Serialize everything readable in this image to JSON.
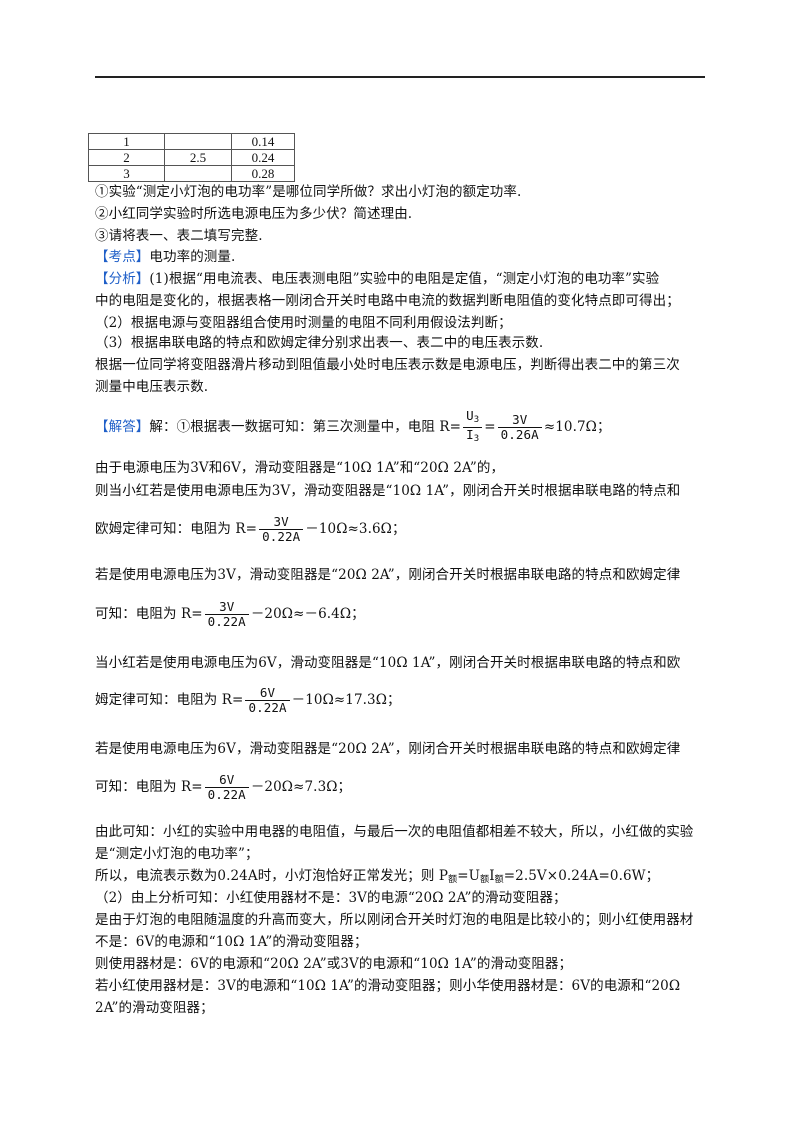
{
  "table": {
    "rows": [
      {
        "n": "1",
        "u": "",
        "i": "0.14"
      },
      {
        "n": "2",
        "u": "2.5",
        "i": "0.24"
      },
      {
        "n": "3",
        "u": "",
        "i": "0.28"
      }
    ]
  },
  "questions": {
    "q1": "①实验“测定小灯泡的电功率”是哪位同学所做？求出小灯泡的额定功率.",
    "q2": "②小红同学实验时所选电源电压为多少伏？简述理由.",
    "q3": "③请将表一、表二填写完整."
  },
  "kaodian": {
    "label": "【考点】",
    "text": "电功率的测量."
  },
  "fenxi": {
    "label": "【分析】",
    "l1": "(1)根据“用电流表、电压表测电阻”实验中的电阻是定值，“测定小灯泡的电功率”实验",
    "l2": "中的电阻是变化的，根据表格一刚闭合开关时电路中电流的数据判断电阻值的变化特点即可得出；",
    "l3": "（2）根据电源与变阻器组合使用时测量的电阻不同利用假设法判断；",
    "l4": "（3）根据串联电路的特点和欧姆定律分别求出表一、表二中的电压表示数.",
    "l5": "根据一位同学将变阻器滑片移动到阻值最小处时电压表示数是电源电压，判断得出表二中的第三次",
    "l6": "测量中电压表示数."
  },
  "jieda": {
    "label": "【解答】",
    "l1_pre": "解：①根据表一数据可知：第三次测量中，电阻 R=",
    "f1_num": "U",
    "f1_num_sub": "3",
    "f1_den": "I",
    "f1_den_sub": "3",
    "f1_eq": "=",
    "f1b_num": "3V",
    "f1b_den": "0.26A",
    "l1_post": "≈10.7Ω；",
    "l2": "由于电源电压为3V和6V，滑动变阻器是“10Ω  1A”和“20Ω  2A”的，",
    "l3": "则当小红若是使用电源电压为3V，滑动变阻器是“10Ω  1A”，刚闭合开关时根据串联电路的特点和",
    "l4_pre": "欧姆定律可知：电阻为 R=",
    "f2_num": "3V",
    "f2_den": "0.22A",
    "l4_post": "－10Ω≈3.6Ω；",
    "l5": "若是使用电源电压为3V，滑动变阻器是“20Ω  2A”，刚闭合开关时根据串联电路的特点和欧姆定律",
    "l6_pre": "可知：电阻为 R=",
    "f3_num": "3V",
    "f3_den": "0.22A",
    "l6_post": "－20Ω≈－6.4Ω；",
    "l7": "当小红若是使用电源电压为6V，滑动变阻器是“10Ω  1A”，刚闭合开关时根据串联电路的特点和欧",
    "l8_pre": "姆定律可知：电阻为 R=",
    "f4_num": "6V",
    "f4_den": "0.22A",
    "l8_post": "－10Ω≈17.3Ω；",
    "l9": "若是使用电源电压为6V，滑动变阻器是“20Ω  2A”，刚闭合开关时根据串联电路的特点和欧姆定律",
    "l10_pre": "可知：电阻为 R=",
    "f5_num": "6V",
    "f5_den": "0.22A",
    "l10_post": "－20Ω≈7.3Ω；",
    "l11": "由此可知：小红的实验中用电器的电阻值，与最后一次的电阻值都相差不较大，所以，小红做的实验",
    "l12": "是“测定小灯泡的电功率”；",
    "l13_pre": "所以，电流表示数为0.24A时，小灯泡恰好正常发光；则 P",
    "l13_sub1": "额",
    "l13_mid": "=U",
    "l13_sub2": "额",
    "l13_mid2": "I",
    "l13_sub3": "额",
    "l13_post": "=2.5V×0.24A=0.6W；",
    "l14": "（2）由上分析可知：小红使用器材不是：3V的电源“20Ω  2A”的滑动变阻器；",
    "l15": "是由于灯泡的电阻随温度的升高而变大，所以刚闭合开关时灯泡的电阻是比较小的；则小红使用器材",
    "l16": "不是：6V的电源和“10Ω  1A”的滑动变阻器；",
    "l17": "则使用器材是：6V的电源和“20Ω  2A”或3V的电源和“10Ω  1A”的滑动变阻器；",
    "l18": "若小红使用器材是：3V的电源和“10Ω  1A”的滑动变阻器；则小华使用器材是：6V的电源和“20Ω",
    "l19": "2A”的滑动变阻器；"
  }
}
